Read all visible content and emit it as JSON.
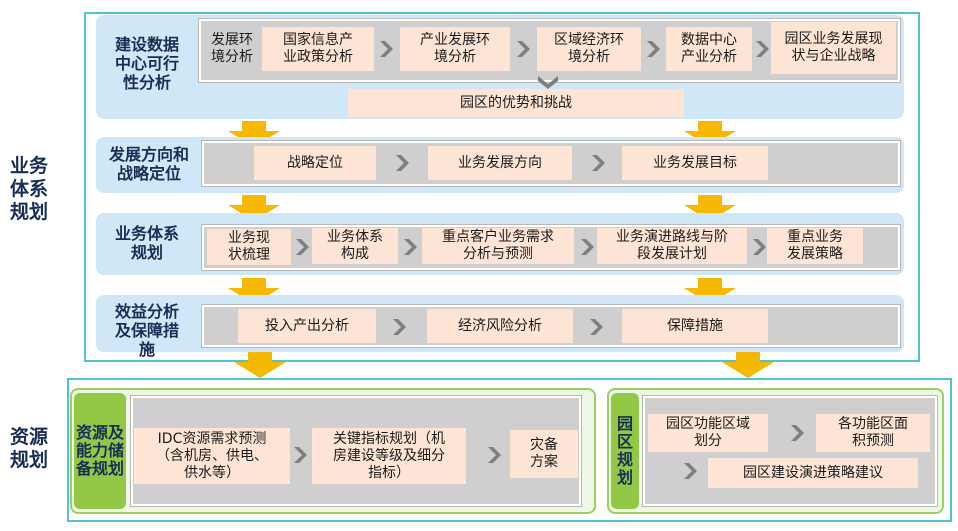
{
  "side_labels": {
    "business": "业务\n体系\n规划",
    "resource": "资源\n规划"
  },
  "rows": {
    "r1": {
      "label": "建设数据\n中心可行\n性分析",
      "items": [
        "发展环\n境分析",
        "国家信息产\n业政策分析",
        "产业发展环\n境分析",
        "区域经济环\n境分析",
        "数据中心\n产业分析",
        "园区业务发展现\n状与企业战略"
      ],
      "summary": "园区的优势和挑战"
    },
    "r2": {
      "label": "发展方向和\n战略定位",
      "items": [
        "战略定位",
        "业务发展方向",
        "业务发展目标"
      ]
    },
    "r3": {
      "label": "业务体系\n规划",
      "items": [
        "业务现\n状梳理",
        "业务体系\n构成",
        "重点客户业务需求\n分析与预测",
        "业务演进路线与阶\n段发展计划",
        "重点业务\n发展策略"
      ]
    },
    "r4": {
      "label": "效益分析\n及保障措\n施",
      "items": [
        "投入产出分析",
        "经济风险分析",
        "保障措施"
      ]
    }
  },
  "resource_left": {
    "label": "资源及\n能力储\n备规划",
    "items": [
      "IDC资源需求预测\n（含机房、供电、\n供水等）",
      "关键指标规划（机\n房建设等级及细分\n指标）",
      "灾备\n方案"
    ]
  },
  "resource_right": {
    "label": "园\n区\n规\n划",
    "items": [
      "园区功能区域\n划分",
      "各功能区面\n积预测",
      "园区建设演进策略建议"
    ]
  },
  "colors": {
    "frame": "#4fc3d4",
    "band": "#cfe7f6",
    "box": "#fde4d4",
    "arrow": "#f6b800",
    "green": "#93c847",
    "chevron": "#7f7f7f"
  }
}
